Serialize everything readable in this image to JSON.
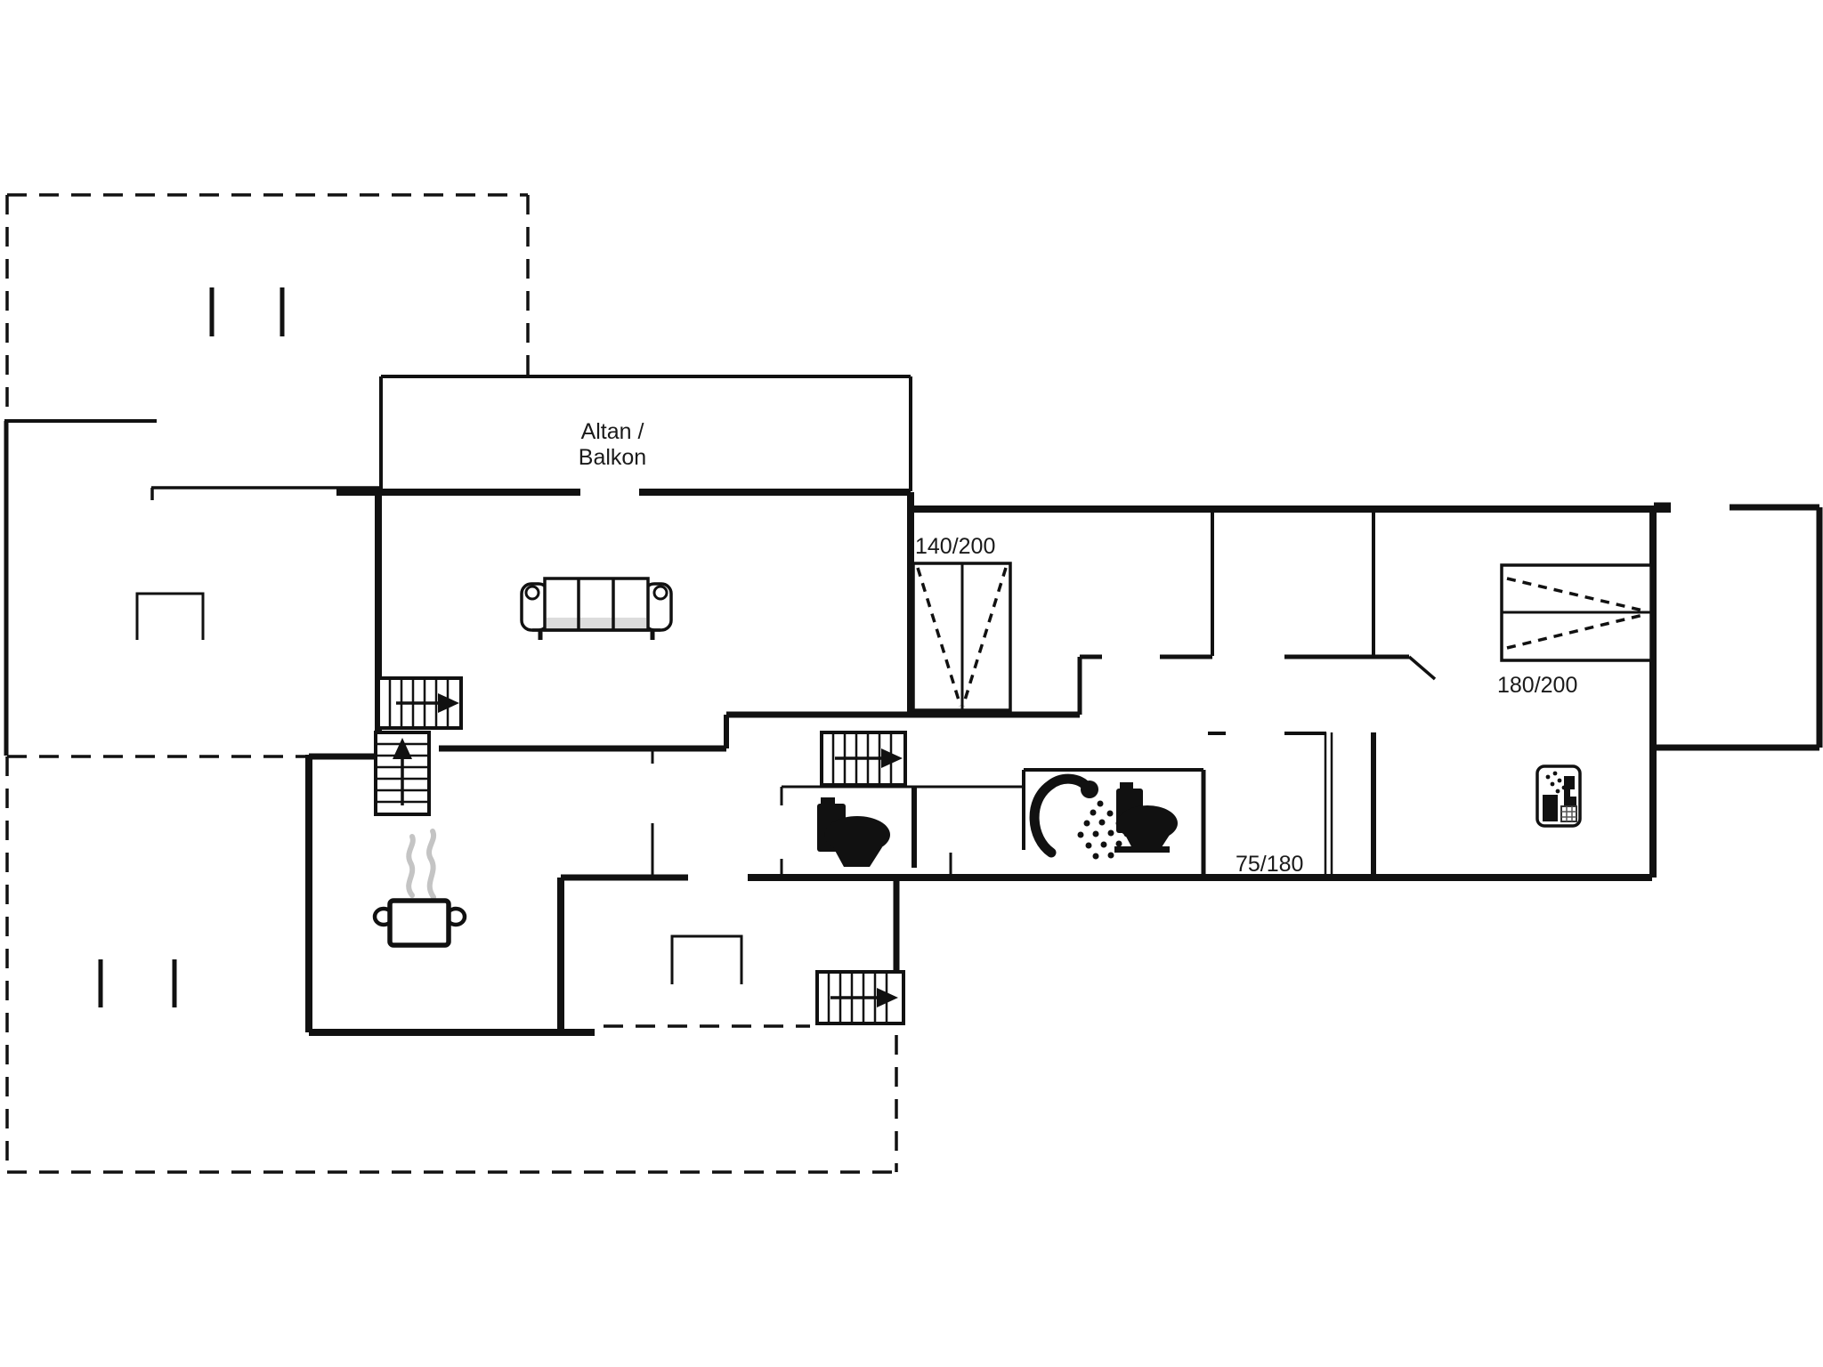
{
  "document": {
    "type": "holiday-home floor plan (upper floor)",
    "background_color": "#ffffff",
    "line_color": "#111111",
    "steam_color": "#c4c4c4"
  },
  "floorplan": {
    "balcony_label_line1": "Altan /",
    "balcony_label_line2": "Balkon",
    "bed_double_label": "140/200",
    "bed_king_label": "180/200",
    "bed_single_label": "75/180",
    "icons": [
      {
        "name": "sofa-icon",
        "meaning": "sofa in living room"
      },
      {
        "name": "staircase-icon",
        "meaning": "stairs with direction arrow (4 flights)"
      },
      {
        "name": "toilet-icon",
        "meaning": "WC (2 places)"
      },
      {
        "name": "shower-icon",
        "meaning": "shower head with spray"
      },
      {
        "name": "sauna-icon",
        "meaning": "small framed amenity pictogram"
      },
      {
        "name": "cooking-pot-icon",
        "meaning": "kitchen / stove"
      },
      {
        "name": "double-bed-icon",
        "meaning": "bed 140/200"
      },
      {
        "name": "king-bed-icon",
        "meaning": "bed 180/200"
      },
      {
        "name": "single-bed-icon",
        "meaning": "bed 75/180"
      },
      {
        "name": "door-swing-icon",
        "meaning": "interior door"
      },
      {
        "name": "window-tick-icon",
        "meaning": "window / chimney marks on dashed lower-floor outline"
      }
    ]
  }
}
